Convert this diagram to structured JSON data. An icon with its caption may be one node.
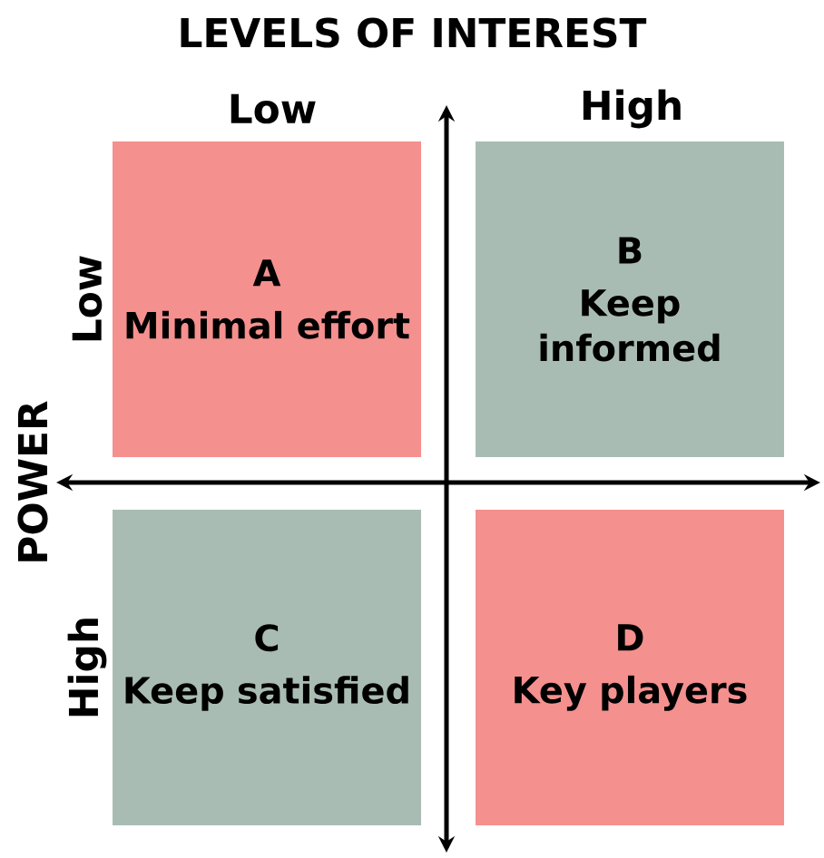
{
  "diagram": {
    "title": "LEVELS OF INTEREST",
    "nodes": [
      {
        "text": [
          "A",
          "Minimal effort"
        ]
      },
      {
        "text": [
          "B",
          "Keep informed"
        ]
      },
      {
        "text": [
          "C",
          "Keep satisfied"
        ]
      },
      {
        "text": [
          "D",
          "Key players"
        ]
      }
    ],
    "labels": [
      "Low",
      "High",
      "POWER",
      "Low",
      "High"
    ]
  }
}
